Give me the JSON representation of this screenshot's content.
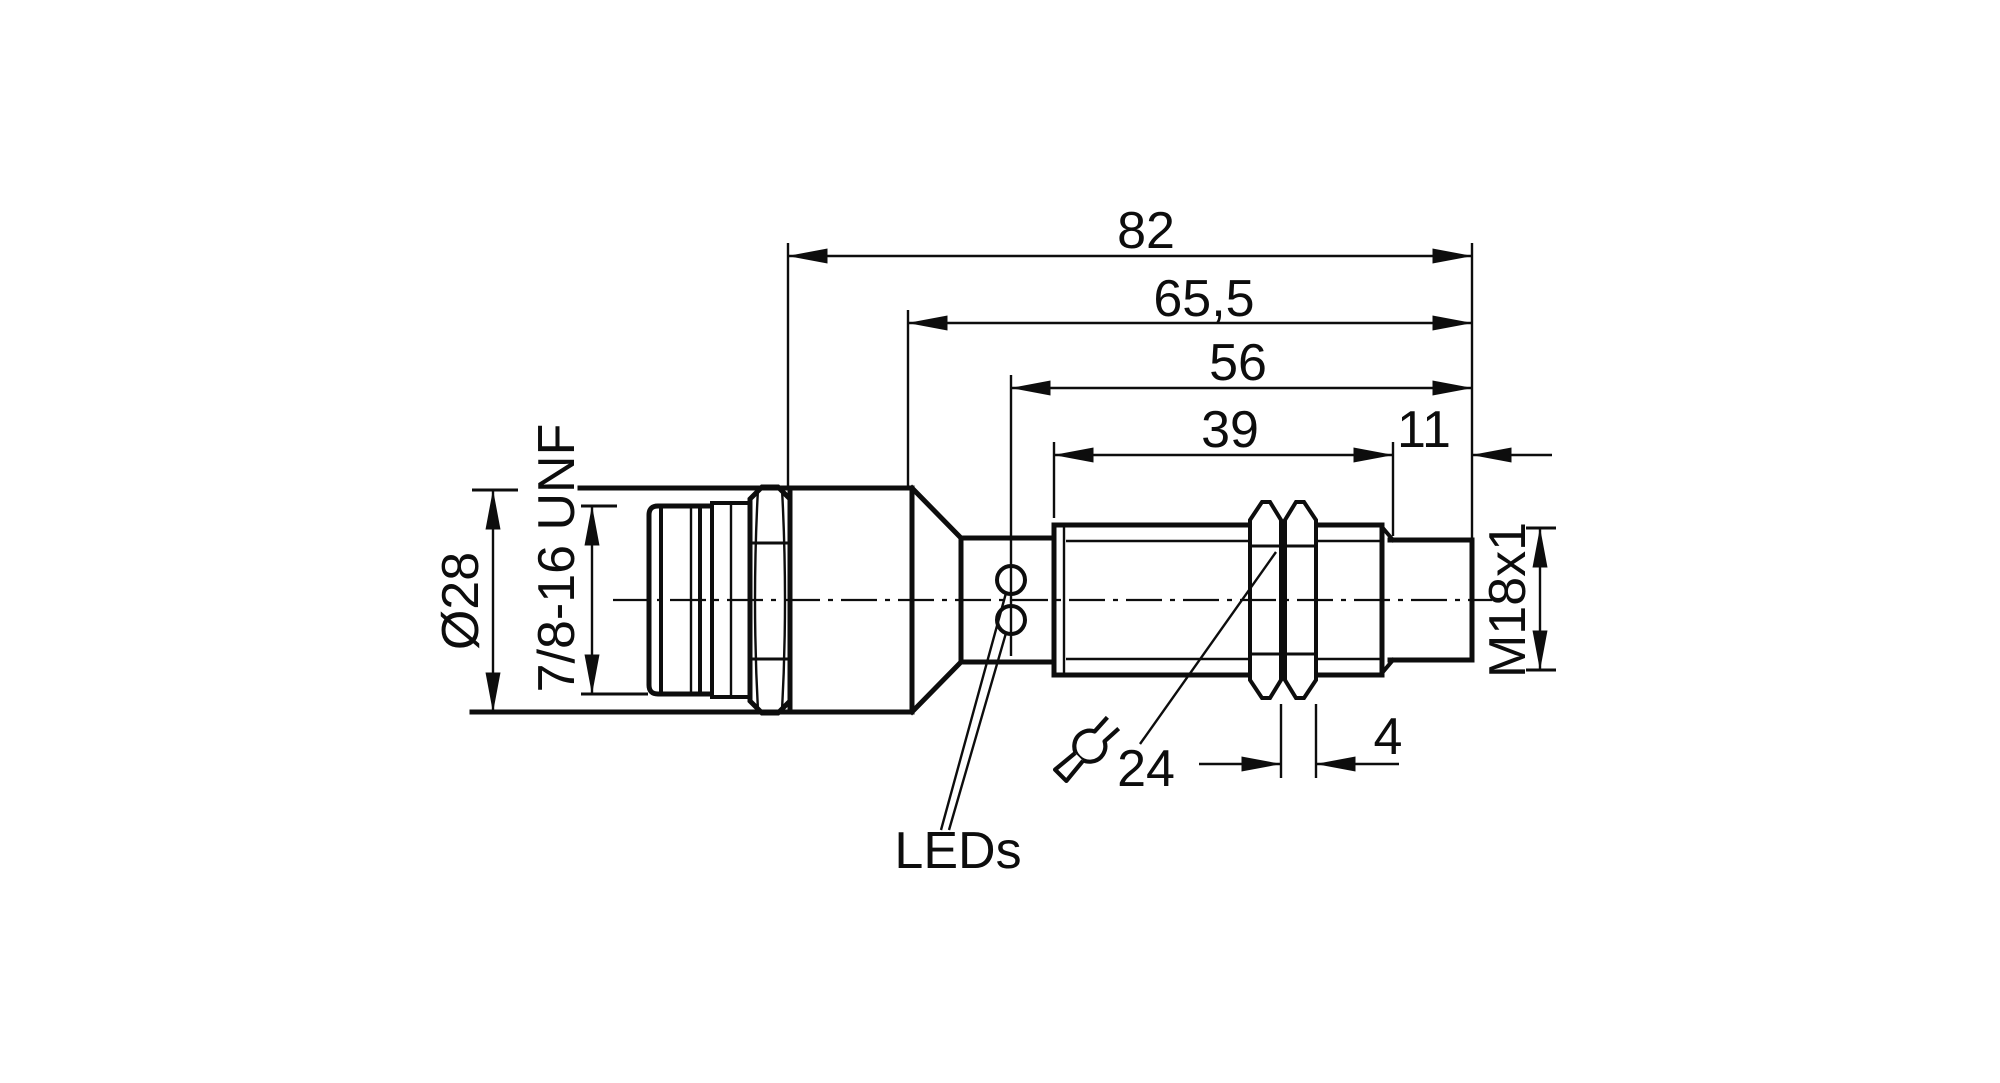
{
  "colors": {
    "background": "#ffffff",
    "line": "#0d0d0d"
  },
  "dimensions": {
    "overall_length": "82",
    "length_without_connector": "65,5",
    "length_to_leds": "56",
    "thread_length": "39",
    "tip_length": "11",
    "nut_width": "4",
    "wrench_size": "24",
    "housing_diameter": "Ø28",
    "connector_thread": "7/8-16 UNF",
    "barrel_thread": "M18x1",
    "led_label": "LEDs"
  },
  "values_mm": {
    "overall_length": 82,
    "length_without_connector": 65.5,
    "length_to_leds": 56,
    "thread_length": 39,
    "tip_length": 11,
    "nut_width": 4,
    "wrench_size": 24,
    "housing_diameter": 28,
    "barrel_thread_diameter": 18
  }
}
